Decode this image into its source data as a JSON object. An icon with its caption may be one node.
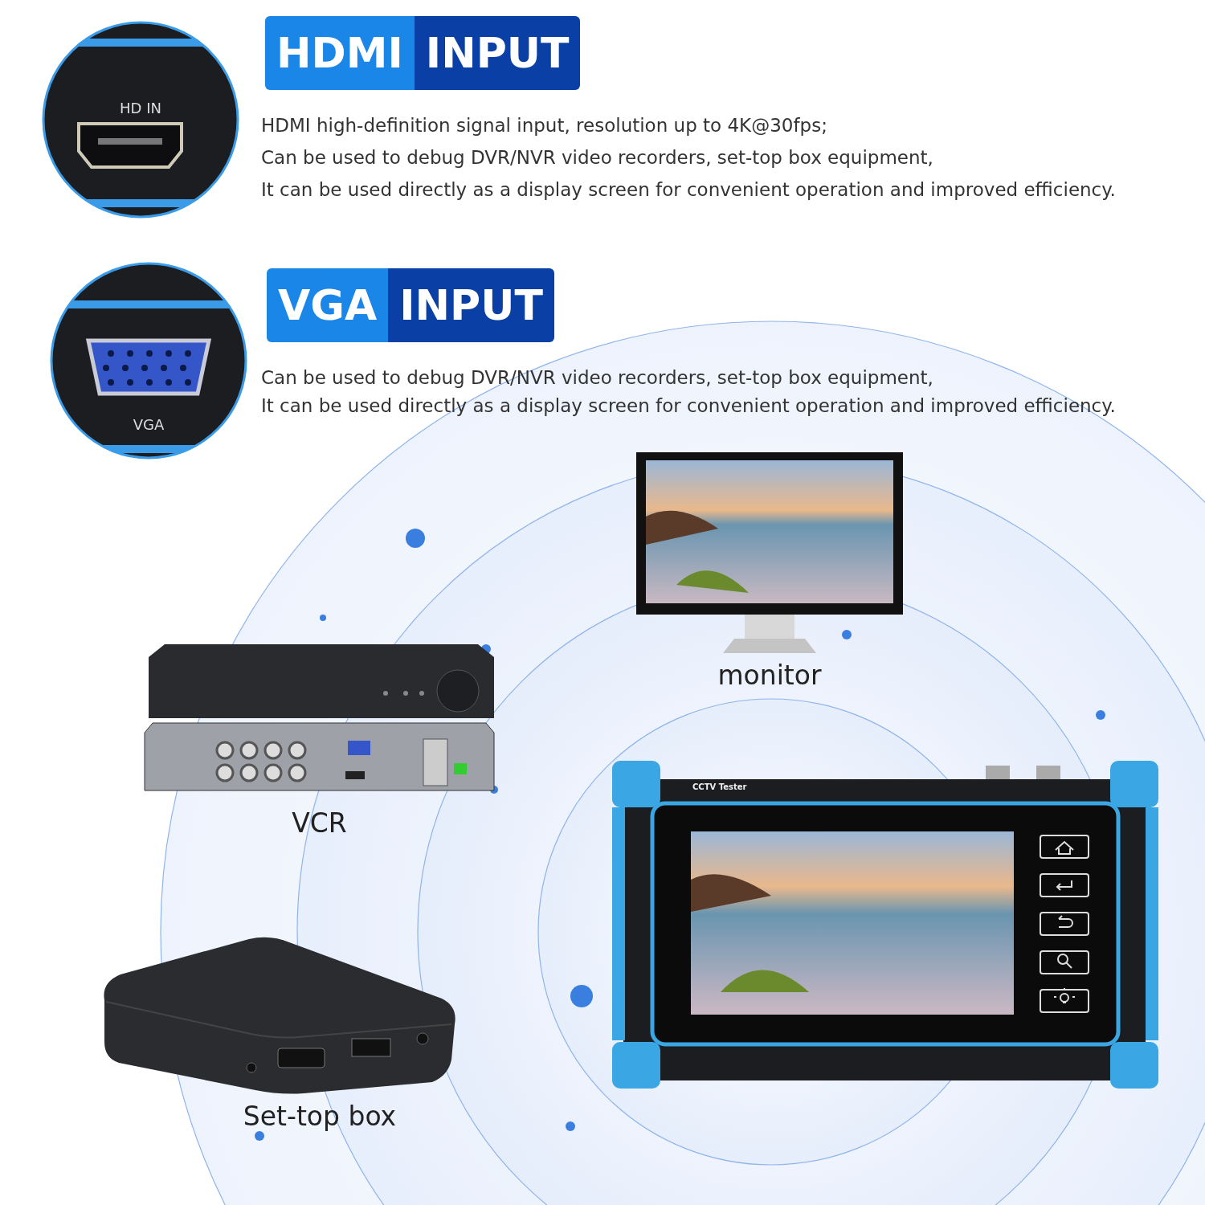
{
  "diagram": {
    "nodes": [
      {
        "text": [
          "HD IN"
        ]
      },
      {
        "text": [
          "HDMI",
          "INPUT"
        ]
      },
      {
        "text": [
          "VGA"
        ]
      },
      {
        "text": [
          "VGA",
          "INPUT"
        ]
      },
      {
        "text": [],
        "shape": "picture",
        "beside": [
          "monitor"
        ]
      },
      {
        "text": [],
        "shape": "picture",
        "beside": [
          "VCR"
        ]
      },
      {
        "text": [],
        "shape": "picture",
        "beside": [
          "Set-top box"
        ]
      },
      {
        "text": [
          "CCTV Tester"
        ]
      }
    ],
    "labels": [
      "HDMI high-definition signal input, resolution up to 4K@30fps;",
      "Can be used to debug DVR/NVR video recorders, set-top box equipment,",
      "It can be used directly as a display screen for convenient operation and improved efficiency.",
      "Can be used to debug DVR/NVR video recorders, set-top box equipment,",
      "It can be used directly as a display screen for convenient operation and improved efficiency."
    ]
  }
}
